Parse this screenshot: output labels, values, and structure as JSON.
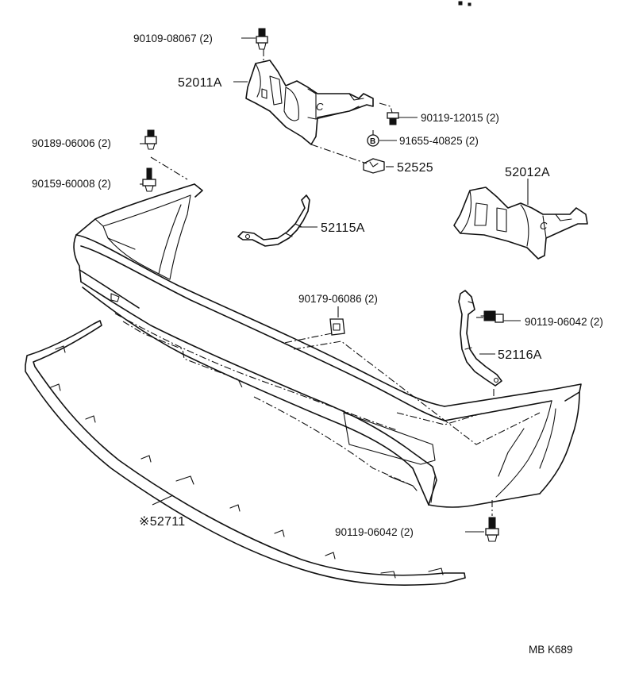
{
  "diagram_code": "MB K689",
  "parts": {
    "p_90109_08067": "90109-08067 (2)",
    "p_52011A": "52011A",
    "p_90119_12015": "90119-12015 (2)",
    "p_91655_40825": "91655-40825 (2)",
    "p_52525": "52525",
    "p_90189_06006": "90189-06006 (2)",
    "p_90159_60008": "90159-60008 (2)",
    "p_52012A": "52012A",
    "p_52115A": "52115A",
    "p_90179_06086": "90179-06086 (2)",
    "p_90119_06042_upper": "90119-06042 (2)",
    "p_52116A": "52116A",
    "p_52711": "※52711",
    "p_90119_06042_lower": "90119-06042 (2)"
  },
  "markers": {
    "bracket_letter_c": "C",
    "nut_letter_b": "B"
  }
}
